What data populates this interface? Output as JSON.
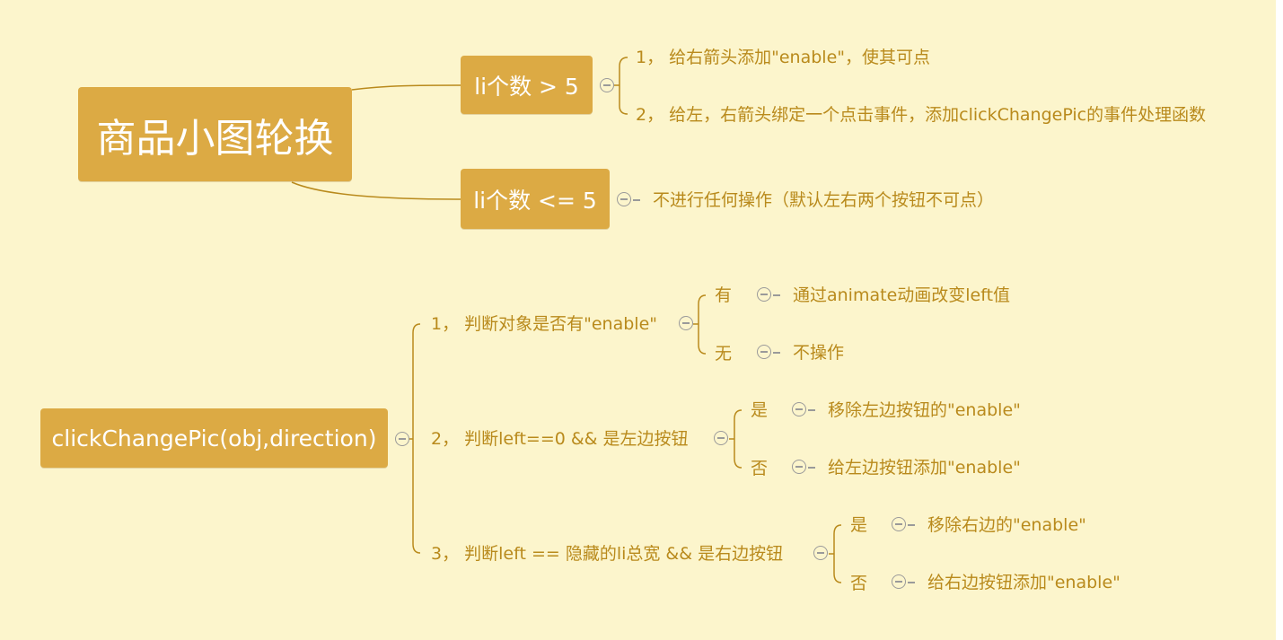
{
  "map1": {
    "root": "商品小图轮换",
    "branch_gt5": {
      "title": "li个数 > 5",
      "items": [
        "1， 给右箭头添加\"enable\"，使其可点",
        "2， 给左，右箭头绑定一个点击事件，添加clickChangePic的事件处理函数"
      ]
    },
    "branch_le5": {
      "title": "li个数 <= 5",
      "note": "不进行任何操作（默认左右两个按钮不可点）"
    }
  },
  "map2": {
    "root": "clickChangePic(obj,direction)",
    "steps": [
      {
        "label": "1， 判断对象是否有\"enable\"",
        "yes": "有",
        "yes_action": "通过animate动画改变left值",
        "no": "无",
        "no_action": "不操作"
      },
      {
        "label": "2， 判断left==0 && 是左边按钮",
        "yes": "是",
        "yes_action": "移除左边按钮的\"enable\"",
        "no": "否",
        "no_action": "给左边按钮添加\"enable\""
      },
      {
        "label": "3， 判断left == 隐藏的li总宽 && 是右边按钮",
        "yes": "是",
        "yes_action": "移除右边的\"enable\"",
        "no": "否",
        "no_action": "给右边按钮添加\"enable\""
      }
    ]
  },
  "colors": {
    "background": "#fcf5cc",
    "node_fill": "#dcaa44",
    "node_text": "#ffffff",
    "line": "#b98a1c",
    "text": "#b98a1c",
    "toggle": "#9a9a9a"
  }
}
